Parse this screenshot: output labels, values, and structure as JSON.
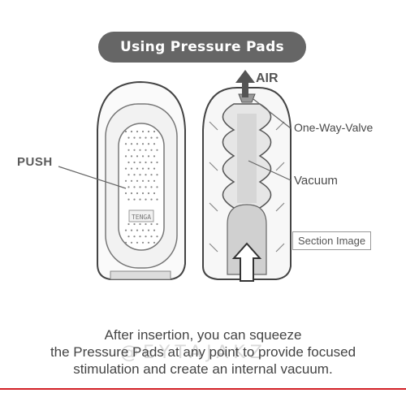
{
  "title": "Using Pressure Pads",
  "labels": {
    "push": "PUSH",
    "air": "AIR",
    "one_way_valve": "One-Way-Valve",
    "vacuum": "Vacuum",
    "section_image": "Section Image"
  },
  "device_logo": "TENGA",
  "caption": {
    "line1": "After insertion, you can squeeze",
    "line2": "the Pressure Pads at any point to provide focused",
    "line3": "stimulation and create an internal vacuum."
  },
  "watermark": "@EYTAJAKZ",
  "colors": {
    "title_bg": "#666666",
    "line": "#444444",
    "fill_light": "#eeeeee",
    "accent_line": "#d21f26"
  }
}
